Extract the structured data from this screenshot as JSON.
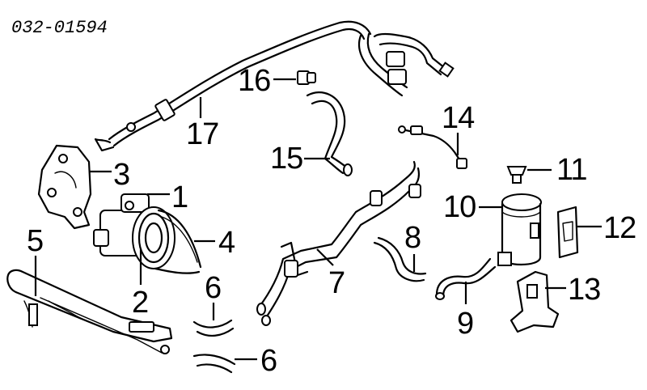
{
  "diagram_id": "032-01594",
  "callouts": [
    {
      "key": "c1",
      "label": "1"
    },
    {
      "key": "c2",
      "label": "2"
    },
    {
      "key": "c3",
      "label": "3"
    },
    {
      "key": "c4",
      "label": "4"
    },
    {
      "key": "c5",
      "label": "5"
    },
    {
      "key": "c6a",
      "label": "6"
    },
    {
      "key": "c6b",
      "label": "6"
    },
    {
      "key": "c7",
      "label": "7"
    },
    {
      "key": "c8",
      "label": "8"
    },
    {
      "key": "c9",
      "label": "9"
    },
    {
      "key": "c10",
      "label": "10"
    },
    {
      "key": "c11",
      "label": "11"
    },
    {
      "key": "c12",
      "label": "12"
    },
    {
      "key": "c13",
      "label": "13"
    },
    {
      "key": "c14",
      "label": "14"
    },
    {
      "key": "c15",
      "label": "15"
    },
    {
      "key": "c16",
      "label": "16"
    },
    {
      "key": "c17",
      "label": "17"
    }
  ]
}
